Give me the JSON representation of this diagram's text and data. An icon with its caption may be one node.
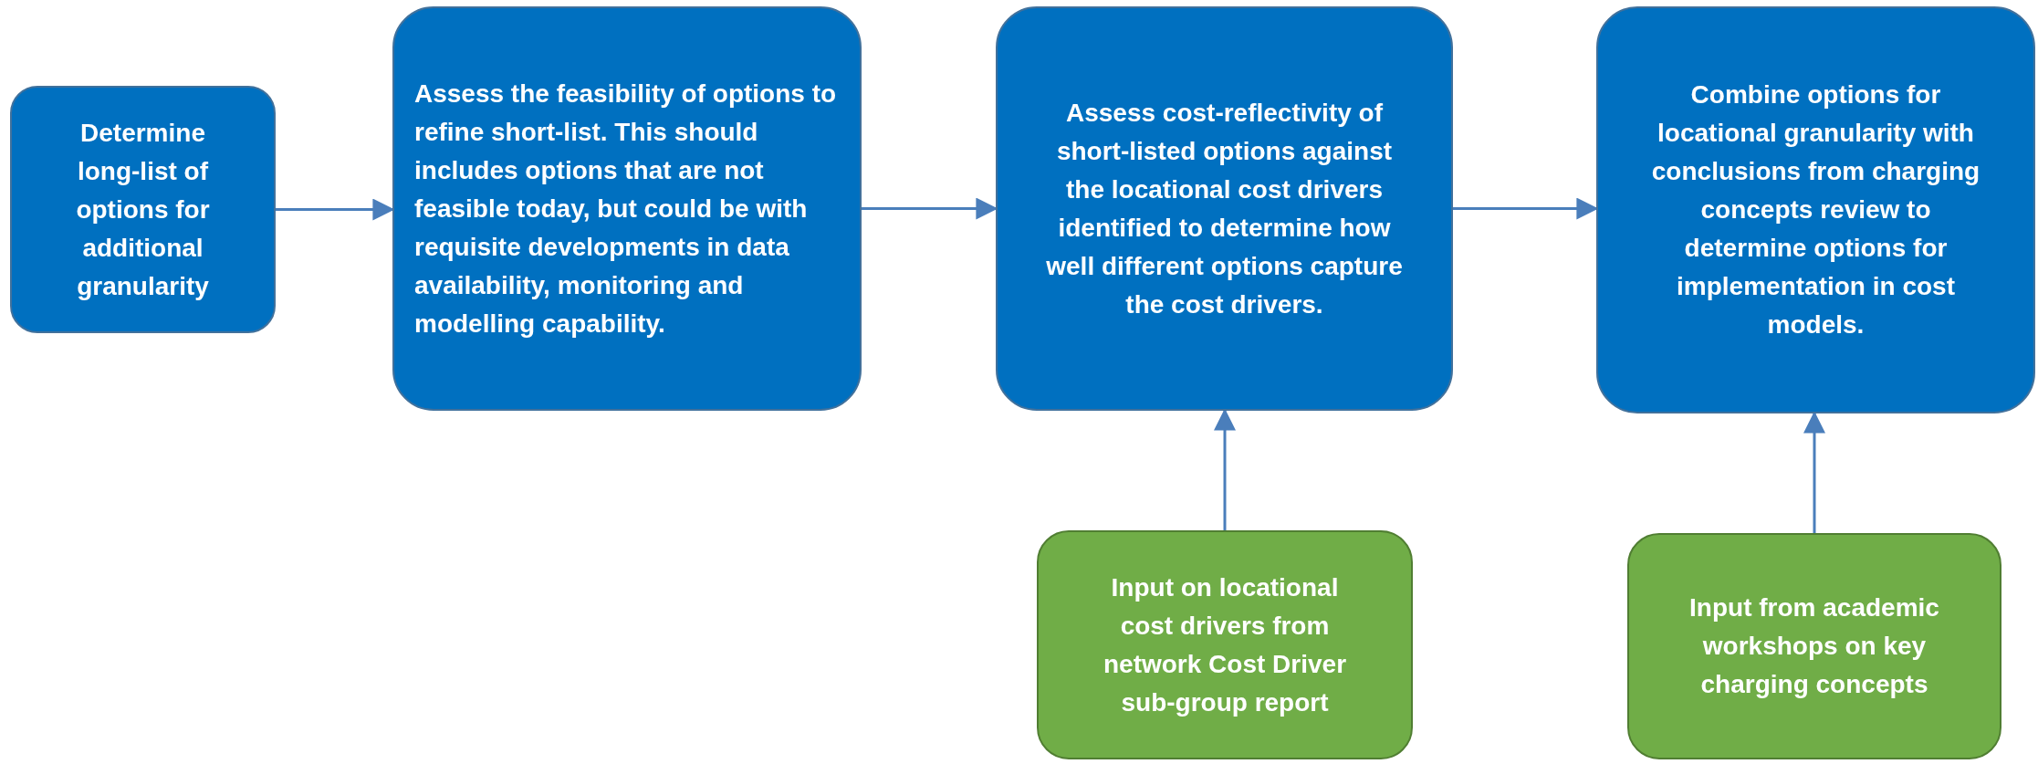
{
  "diagram": {
    "nodes": [
      {
        "text": [
          "Determine long-list of options for additional granularity"
        ]
      },
      {
        "text": [
          "Assess the feasibility of options to refine short-list. This should includes options that are not feasible today, but could be with requisite developments in data availability, monitoring and modelling capability."
        ]
      },
      {
        "text": [
          "Assess cost-reflectivity of short-listed options against the locational cost drivers identified to determine how well different options capture the cost drivers."
        ]
      },
      {
        "text": [
          "Combine options for locational granularity with conclusions from charging concepts review to determine options for implementation in cost models."
        ]
      },
      {
        "text": [
          "Input on locational cost drivers from network Cost Driver sub-group report"
        ]
      },
      {
        "text": [
          "Input from academic workshops on key charging concepts"
        ]
      }
    ],
    "edges": [
      {
        "from": 0,
        "to": 1,
        "arrow": "to"
      },
      {
        "from": 1,
        "to": 2,
        "arrow": "to"
      },
      {
        "from": 2,
        "to": 3,
        "arrow": "to"
      },
      {
        "from": 4,
        "to": 2,
        "arrow": "to"
      },
      {
        "from": 5,
        "to": 3,
        "arrow": "to"
      }
    ]
  }
}
